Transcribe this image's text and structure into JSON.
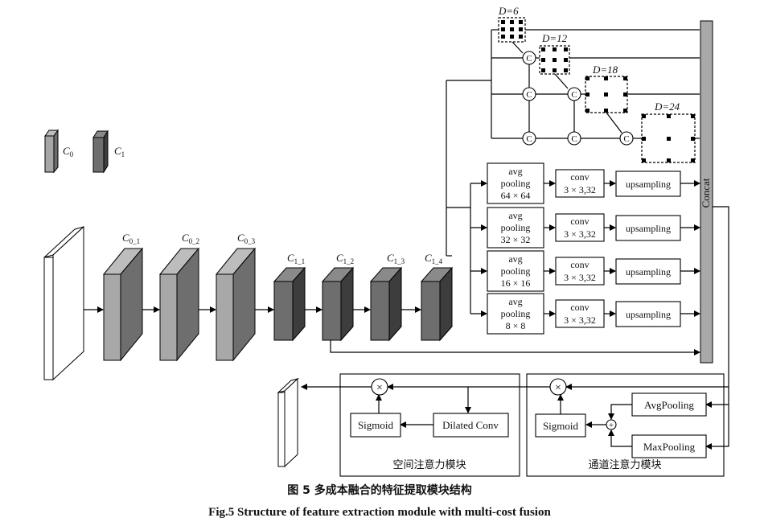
{
  "legend": {
    "c0": "C",
    "c0_sub": "0",
    "c1": "C",
    "c1_sub": "1"
  },
  "blocks": {
    "c0_1": "C",
    "c0_1_sub": "0_1",
    "c0_2": "C",
    "c0_2_sub": "0_2",
    "c0_3": "C",
    "c0_3_sub": "0_3",
    "c1_1": "C",
    "c1_1_sub": "1_1",
    "c1_2": "C",
    "c1_2_sub": "1_2",
    "c1_3": "C",
    "c1_3_sub": "1_3",
    "c1_4": "C",
    "c1_4_sub": "1_4"
  },
  "dilation": {
    "d6": "D=6",
    "d12": "D=12",
    "d18": "D=18",
    "d24": "D=24",
    "concat_symbol": "C"
  },
  "pooling_branches": [
    {
      "line1": "avg",
      "line2": "pooling",
      "line3": "64 × 64",
      "conv1": "conv",
      "conv2": "3 × 3,32",
      "up": "upsampling"
    },
    {
      "line1": "avg",
      "line2": "pooling",
      "line3": "32 × 32",
      "conv1": "conv",
      "conv2": "3 × 3,32",
      "up": "upsampling"
    },
    {
      "line1": "avg",
      "line2": "pooling",
      "line3": "16 × 16",
      "conv1": "conv",
      "conv2": "3 × 3,32",
      "up": "upsampling"
    },
    {
      "line1": "avg",
      "line2": "pooling",
      "line3": "8 × 8",
      "conv1": "conv",
      "conv2": "3 × 3,32",
      "up": "upsampling"
    }
  ],
  "concat_label": "Concat",
  "spatial_attention": {
    "title": "空间注意力模块",
    "sigmoid": "Sigmoid",
    "dilated_conv": "Dilated Conv",
    "multiply": "×"
  },
  "channel_attention": {
    "title": "通道注意力模块",
    "sigmoid": "Sigmoid",
    "avgpool": "AvgPooling",
    "maxpool": "MaxPooling",
    "multiply": "×",
    "plus": "+"
  },
  "caption": {
    "cn": "图 5    多成本融合的特征提取模块结构",
    "en": "Fig.5    Structure of feature extraction module with multi-cost fusion"
  }
}
